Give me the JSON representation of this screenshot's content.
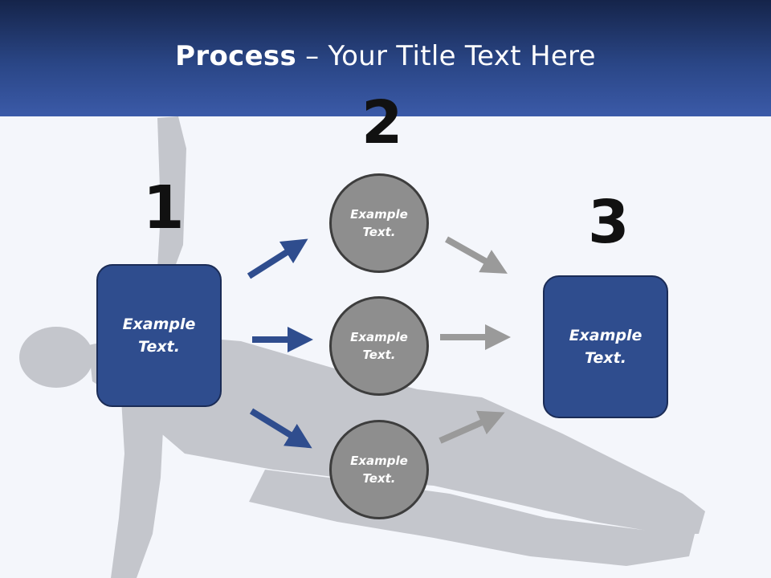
{
  "title": {
    "bold": "Process",
    "rest": " – Your Title Text Here"
  },
  "steps": [
    {
      "number": "1",
      "text": "Example Text."
    },
    {
      "number": "2",
      "items": [
        "Example Text.",
        "Example Text.",
        "Example Text."
      ]
    },
    {
      "number": "3",
      "text": "Example Text."
    }
  ],
  "colors": {
    "header": "#2a4686",
    "box": "#2f4d8e",
    "circle": "#8e8e8e",
    "arrow_blue": "#2f4d8e",
    "arrow_gray": "#9a9a9a"
  }
}
